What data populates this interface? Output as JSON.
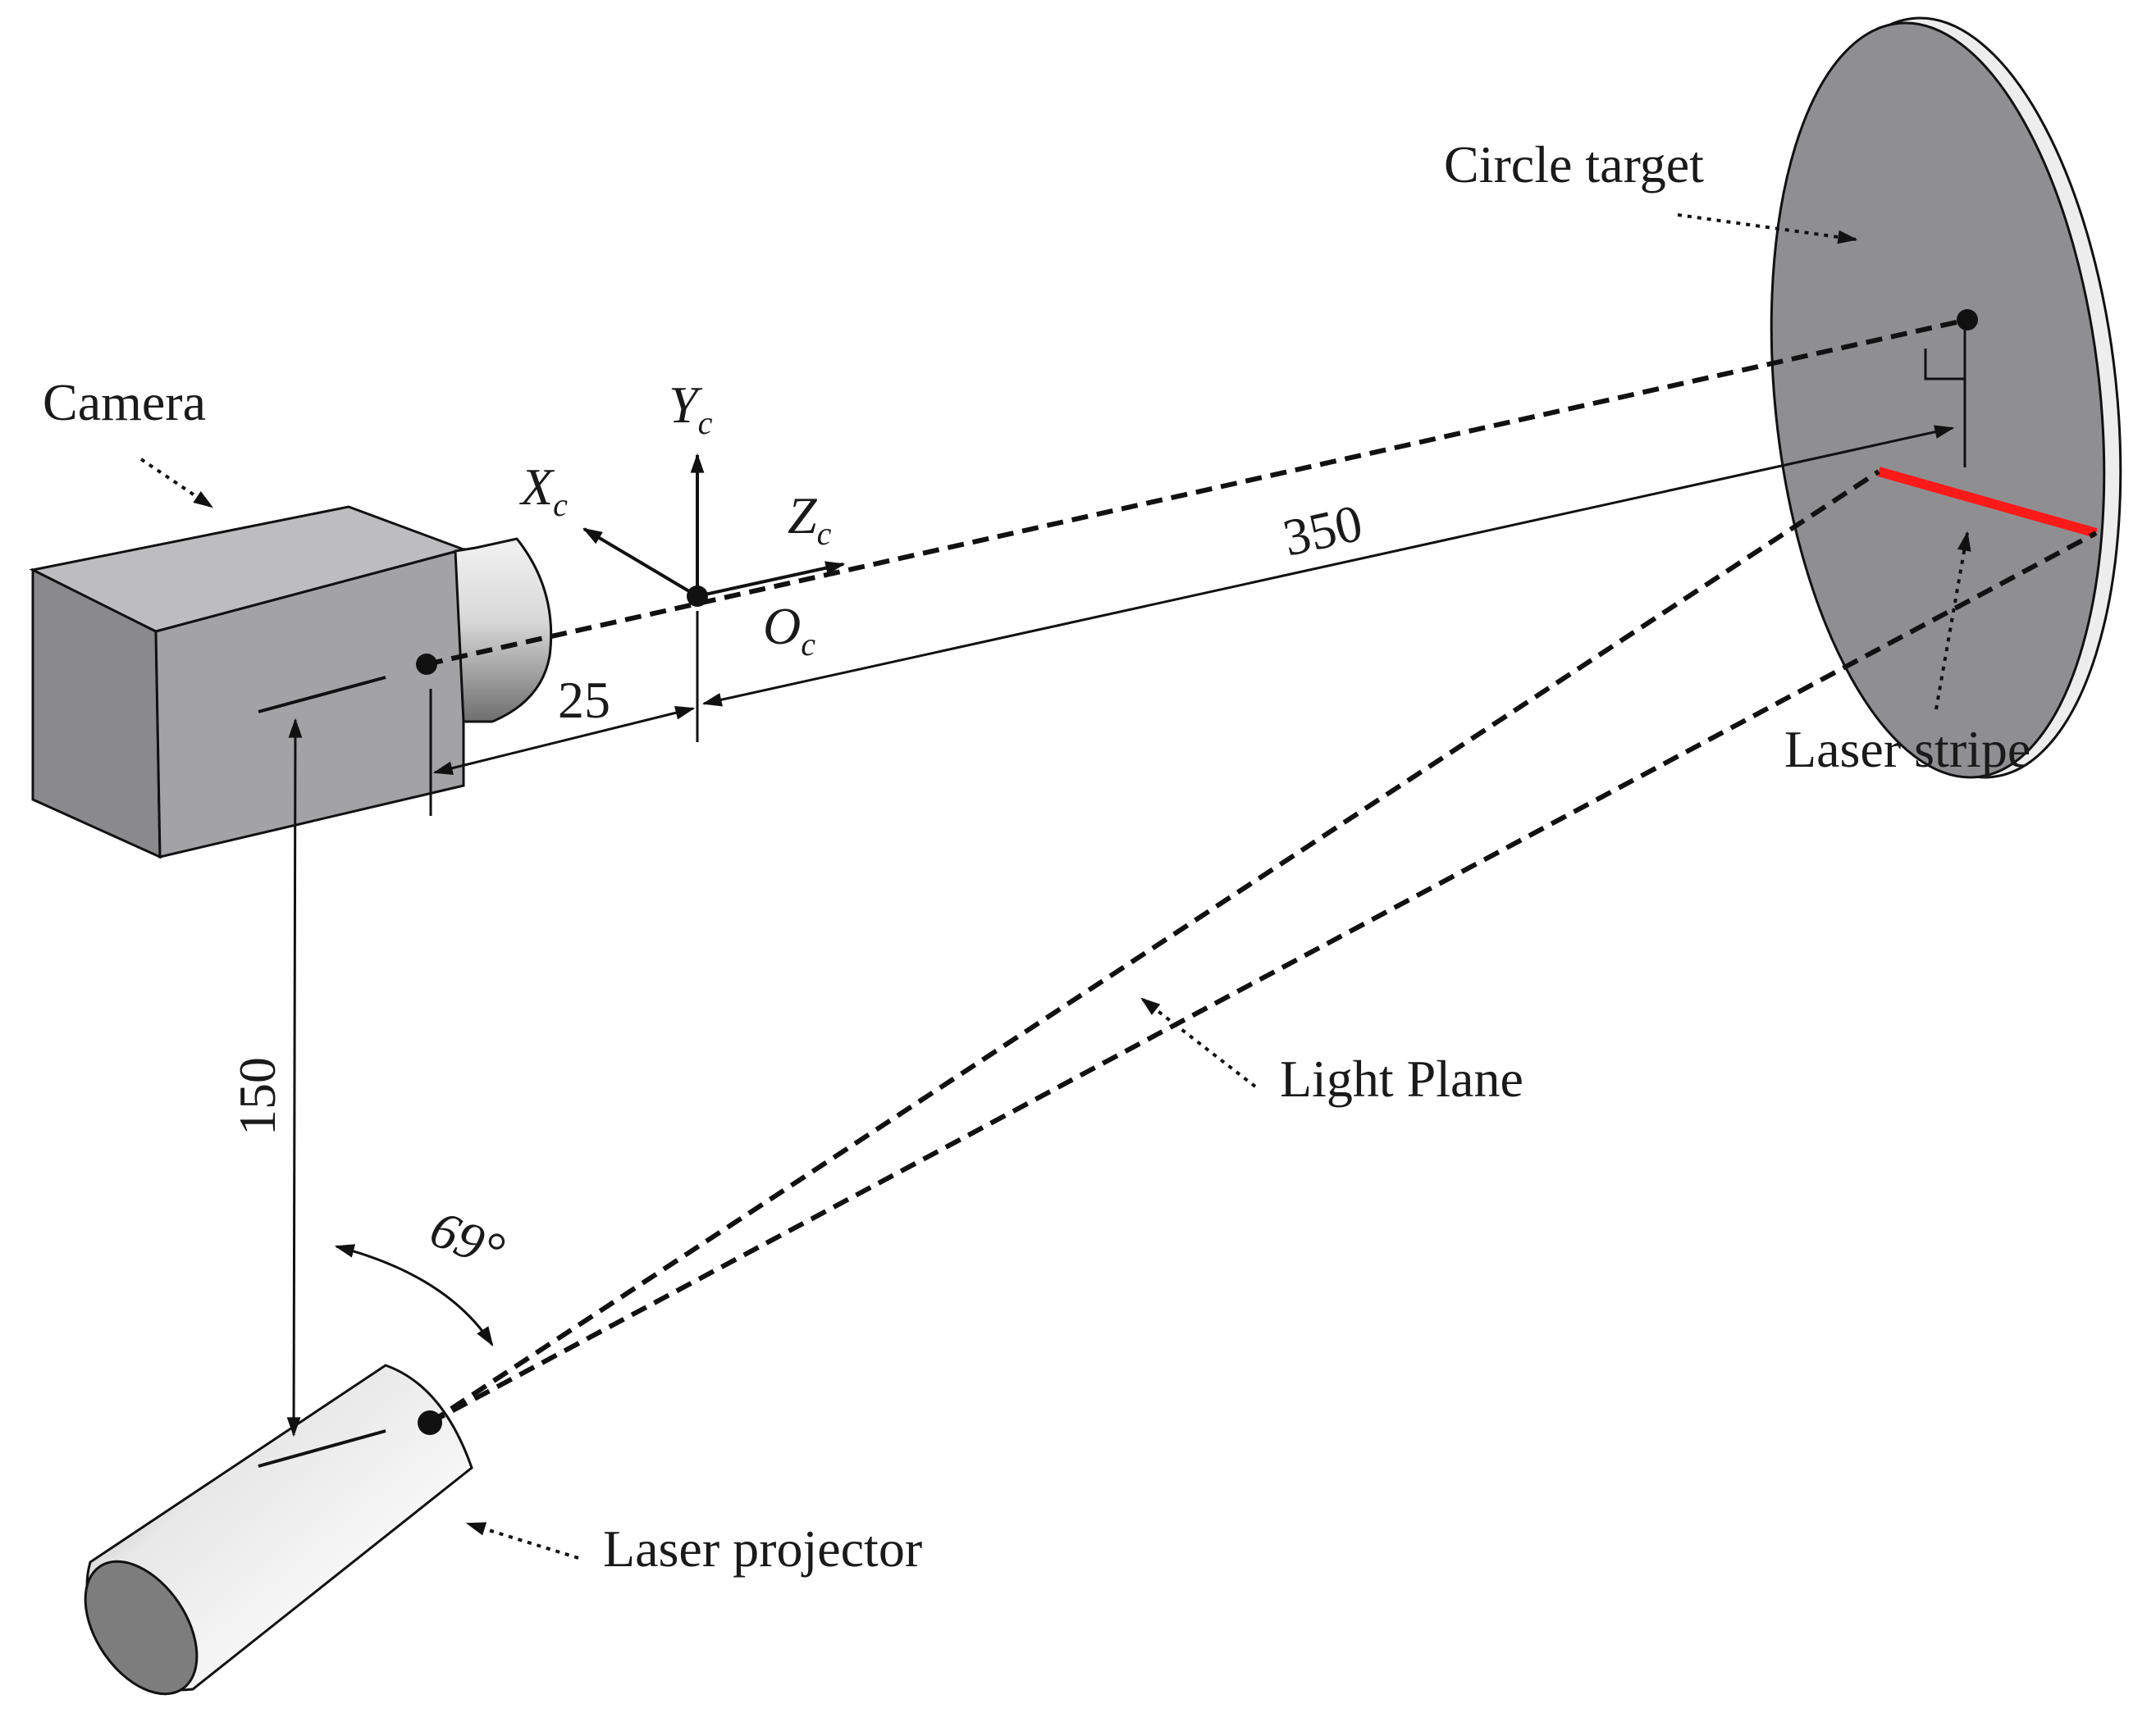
{
  "labels": {
    "camera": "Camera",
    "circle_target": "Circle target",
    "laser_stripe": "Laser stripe",
    "light_plane": "Light Plane",
    "laser_projector": "Laser projector"
  },
  "axes": {
    "x": {
      "main": "X",
      "sub": "c"
    },
    "y": {
      "main": "Y",
      "sub": "c"
    },
    "z": {
      "main": "Z",
      "sub": "c"
    },
    "origin": {
      "main": "O",
      "sub": "c"
    }
  },
  "dimensions": {
    "target_distance": "350",
    "camera_offset": "25",
    "baseline": "150",
    "angle": "69°"
  },
  "colors": {
    "stripe": "#ff1a1a",
    "ink": "#111111",
    "camera_body": "#9d9d9f",
    "target_face": "#8f8f92"
  }
}
